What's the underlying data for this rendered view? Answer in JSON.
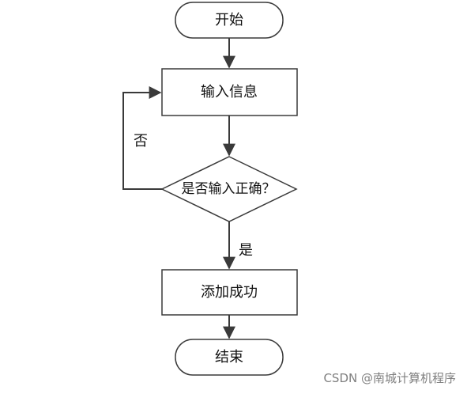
{
  "diagram": {
    "start_label": "开始",
    "input_label": "输入信息",
    "decision_label": "是否输入正确？",
    "no_label": "否",
    "yes_label": "是",
    "success_label": "添加成功",
    "end_label": "结束"
  },
  "watermark": {
    "text": "CSDN @南城计算机程序"
  },
  "colors": {
    "stroke": "#3a3a3a",
    "text": "#111111",
    "watermark": "#7f7f7f"
  }
}
